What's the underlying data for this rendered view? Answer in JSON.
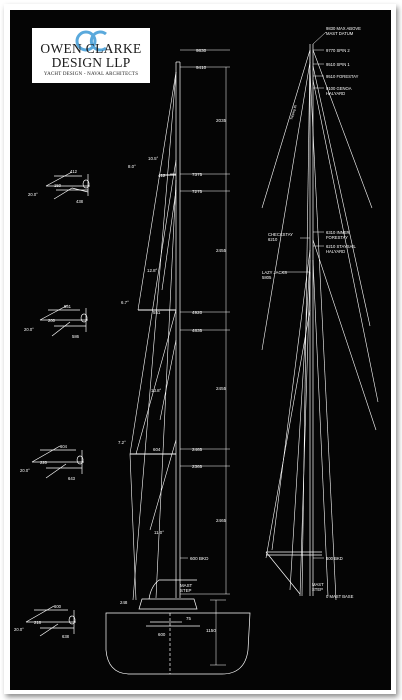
{
  "logo": {
    "name": "OWEN CLARKE",
    "llp": "DESIGN LLP",
    "tagline": "YACHT DESIGN - NAVAL ARCHITECTS",
    "accent": "#5aa9dc"
  },
  "mast_elevation": {
    "heights": [
      "9830",
      "9410",
      "7375",
      "7275",
      "4920",
      "4835",
      "2465",
      "2365",
      "600 BKD"
    ],
    "panel_lengths": [
      "2035",
      "2455",
      "2455",
      "2465",
      "1150"
    ],
    "spreader_angles": [
      "10.5°",
      "8.0°",
      "12.8°",
      "6.7°",
      "13.8°",
      "7.2°",
      "11.0°"
    ],
    "spreader_lengths": [
      "412",
      "551",
      "604"
    ],
    "foot": {
      "left": "248",
      "right": "75",
      "base": "600"
    },
    "mast_step_label": "MAST\nSTEP"
  },
  "spreader_details": [
    {
      "a": "412",
      "b": "150",
      "angle": "20.0°",
      "c": "438"
    },
    {
      "a": "551",
      "b": "200",
      "angle": "20.0°",
      "c": "586"
    },
    {
      "a": "604",
      "b": "220",
      "angle": "20.0°",
      "c": "643"
    },
    {
      "a": "600",
      "b": "218",
      "angle": "20.0°",
      "c": "638"
    }
  ],
  "rig_profile": {
    "labels": [
      "9830 MAX ABOVE\nMAST DATUM",
      "9770 SPIN 2",
      "9510 SPIN 1",
      "9510 FORESTAY",
      "9100 GENOA\nHALYARD",
      "6310 INNER\nFORESTAY",
      "6210 STAYSAIL\nHALYARD",
      "CHECKSTAY\n6210",
      "LAZY JACKS\n5805",
      "600 BKD",
      "MAST\nSTEP",
      "0 MAST BASE"
    ],
    "small_label": "Topping lift"
  },
  "colors": {
    "background": "#050505",
    "lines": "#ffffff",
    "frame": "#ffffff"
  }
}
